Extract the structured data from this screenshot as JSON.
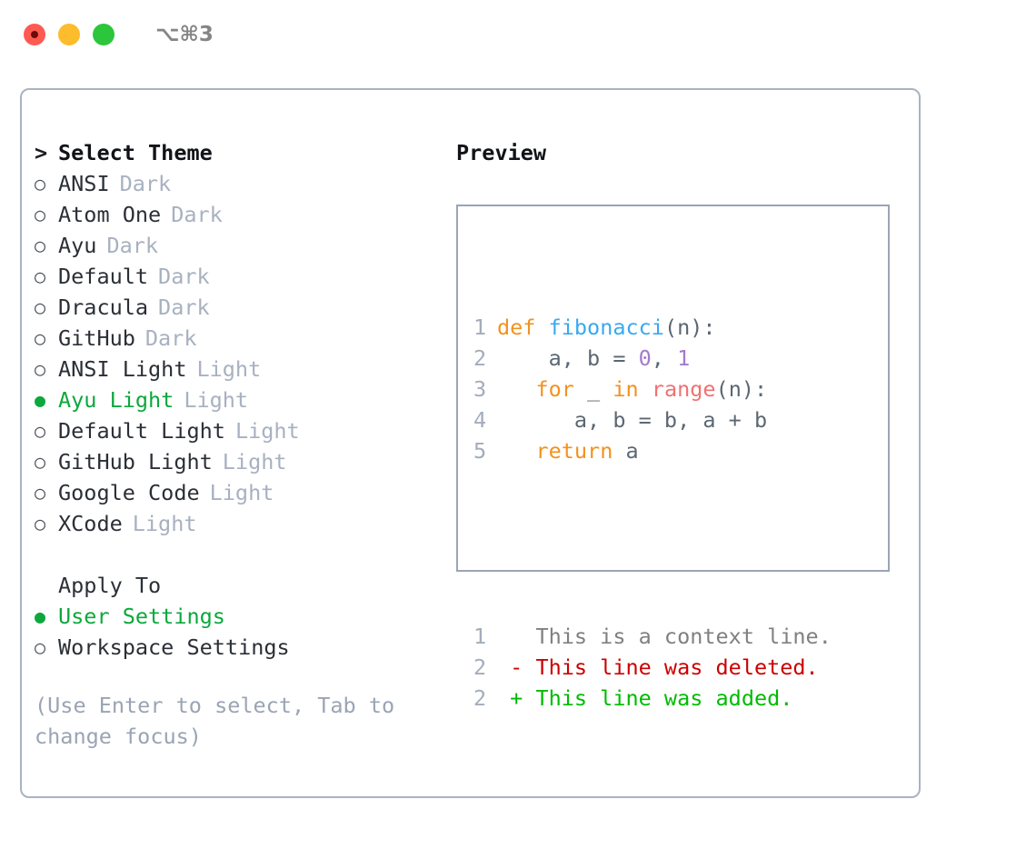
{
  "window": {
    "shortcut_label": "⌥⌘3",
    "traffic_lights": [
      {
        "name": "close",
        "color": "#fd5b52"
      },
      {
        "name": "minimize",
        "color": "#fdbc2c"
      },
      {
        "name": "maximize",
        "color": "#2cc63c"
      }
    ]
  },
  "left": {
    "header": {
      "caret": ">",
      "title": "Select Theme"
    },
    "themes": [
      {
        "bullet": "○",
        "name": "ANSI",
        "variant": "Dark",
        "selected": false
      },
      {
        "bullet": "○",
        "name": "Atom One",
        "variant": "Dark",
        "selected": false
      },
      {
        "bullet": "○",
        "name": "Ayu",
        "variant": "Dark",
        "selected": false
      },
      {
        "bullet": "○",
        "name": "Default",
        "variant": "Dark",
        "selected": false
      },
      {
        "bullet": "○",
        "name": "Dracula",
        "variant": "Dark",
        "selected": false
      },
      {
        "bullet": "○",
        "name": "GitHub",
        "variant": "Dark",
        "selected": false
      },
      {
        "bullet": "○",
        "name": "ANSI Light",
        "variant": "Light",
        "selected": false
      },
      {
        "bullet": "●",
        "name": "Ayu Light",
        "variant": "Light",
        "selected": true
      },
      {
        "bullet": "○",
        "name": "Default Light",
        "variant": "Light",
        "selected": false
      },
      {
        "bullet": "○",
        "name": "GitHub Light",
        "variant": "Light",
        "selected": false
      },
      {
        "bullet": "○",
        "name": "Google Code",
        "variant": "Light",
        "selected": false
      },
      {
        "bullet": "○",
        "name": "XCode",
        "variant": "Light",
        "selected": false
      }
    ],
    "apply_to": {
      "title": "Apply To",
      "options": [
        {
          "bullet": "●",
          "label": "User Settings",
          "selected": true
        },
        {
          "bullet": "○",
          "label": "Workspace Settings",
          "selected": false
        }
      ]
    },
    "hint": "(Use Enter to select, Tab to change focus)"
  },
  "right": {
    "title": "Preview",
    "code_lines": [
      {
        "num": "1",
        "segments": [
          {
            "t": "def",
            "c": "tok-kw"
          },
          {
            "t": " ",
            "c": "tok-txt"
          },
          {
            "t": "fibonacci",
            "c": "tok-fn"
          },
          {
            "t": "(n):",
            "c": "tok-punc"
          }
        ]
      },
      {
        "num": "2",
        "segments": [
          {
            "t": "    a, b = ",
            "c": "tok-txt"
          },
          {
            "t": "0",
            "c": "tok-num"
          },
          {
            "t": ", ",
            "c": "tok-txt"
          },
          {
            "t": "1",
            "c": "tok-num"
          }
        ]
      },
      {
        "num": "3",
        "segments": [
          {
            "t": "   ",
            "c": "tok-txt"
          },
          {
            "t": "for",
            "c": "tok-kw"
          },
          {
            "t": " _ ",
            "c": "tok-txt"
          },
          {
            "t": "in",
            "c": "tok-kw"
          },
          {
            "t": " ",
            "c": "tok-txt"
          },
          {
            "t": "range",
            "c": "tok-call"
          },
          {
            "t": "(n):",
            "c": "tok-punc"
          }
        ]
      },
      {
        "num": "4",
        "segments": [
          {
            "t": "      a, b = b, a + b",
            "c": "tok-txt"
          }
        ]
      },
      {
        "num": "5",
        "segments": [
          {
            "t": "   ",
            "c": "tok-txt"
          },
          {
            "t": "return",
            "c": "tok-kw"
          },
          {
            "t": " a",
            "c": "tok-txt"
          }
        ]
      }
    ],
    "diff_lines": [
      {
        "num": "1",
        "marker": " ",
        "text": "This is a context line.",
        "kind": "d-ctx"
      },
      {
        "num": "2",
        "marker": "-",
        "text": "This line was deleted.",
        "kind": "d-del"
      },
      {
        "num": "2",
        "marker": "+",
        "text": "This line was added.",
        "kind": "d-add"
      }
    ]
  },
  "colors": {
    "accent_green": "#0ca83c",
    "muted": "#a7b1c0",
    "panel_border": "#aab3c2",
    "code_border": "#9aa5b5",
    "keyword": "#f2921d",
    "function": "#39a9f0",
    "number": "#a37acc",
    "call": "#f07171",
    "plain": "#5c6773",
    "diff_context": "#808080",
    "diff_deleted": "#cc0000",
    "diff_added": "#00bb00"
  }
}
